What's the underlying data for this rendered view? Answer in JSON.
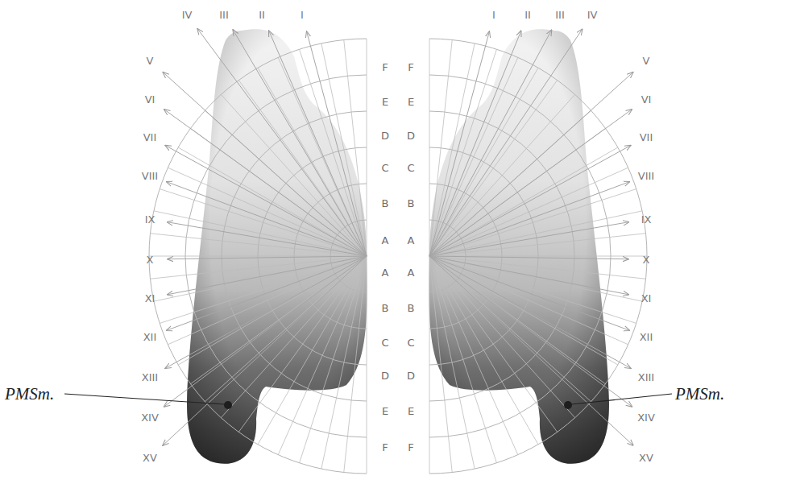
{
  "diagram": {
    "labels": [
      "IV",
      "III",
      "II",
      "I",
      "I",
      "II",
      "III",
      "IV",
      "V",
      "VI",
      "VII",
      "VIII",
      "IX",
      "X",
      "XI",
      "XII",
      "XIII",
      "XIV",
      "XV",
      "V",
      "VI",
      "VII",
      "VIII",
      "IX",
      "X",
      "XI",
      "XII",
      "XIII",
      "XIV",
      "XV",
      "F",
      "E",
      "D",
      "C",
      "B",
      "A",
      "A",
      "B",
      "C",
      "D",
      "E",
      "F",
      "F",
      "E",
      "D",
      "C",
      "B",
      "A",
      "A",
      "B",
      "C",
      "D",
      "E",
      "F",
      "PMSm.",
      "PMSm."
    ]
  }
}
